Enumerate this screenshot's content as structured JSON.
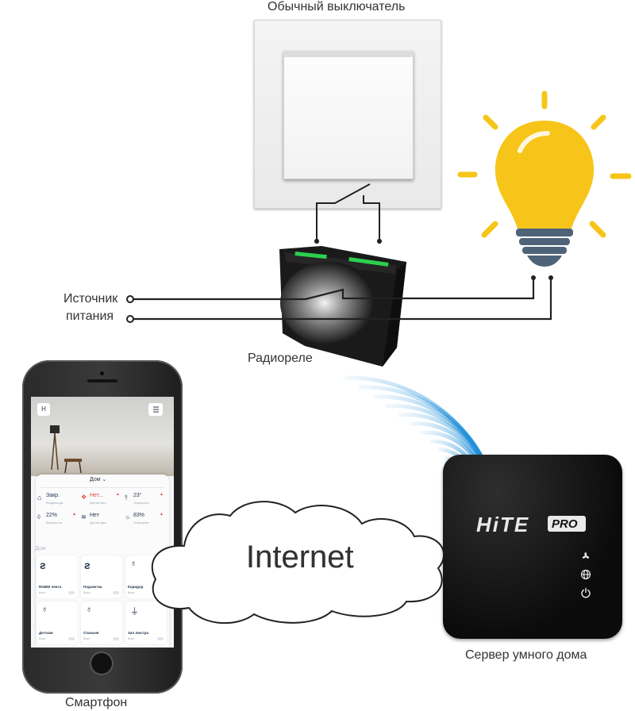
{
  "labels": {
    "switch": "Обычный выключатель",
    "power_line1": "Источник",
    "power_line2": "питания",
    "relay": "Радиореле",
    "internet": "Internet",
    "server": "Сервер умного дома",
    "smartphone": "Смартфон"
  },
  "server": {
    "logo_text": "HiTE",
    "logo_badge": "PRO",
    "indicators": [
      "fan-icon",
      "globe-icon",
      "power-icon"
    ]
  },
  "phone_app": {
    "avatar_letter": "Н",
    "location_dropdown": "Дом",
    "status_tiles": [
      {
        "value": "Закр.",
        "sub": "Входная дв."
      },
      {
        "value": "Нет...",
        "sub": "Датчик про."
      },
      {
        "value": "23°",
        "sub": "Температу."
      },
      {
        "value": "22%",
        "sub": "Влажность"
      },
      {
        "value": "Нет",
        "sub": "Датчик дви."
      },
      {
        "value": "83%",
        "sub": "Освещенн."
      }
    ],
    "section_title": "Дом",
    "devices": [
      {
        "name": "RGBW лента",
        "sub": "Выкл"
      },
      {
        "name": "Подсветка",
        "sub": "Выкл"
      },
      {
        "name": "Коридор",
        "sub": "Выкл"
      },
      {
        "name": "Детская",
        "sub": "Выкл"
      },
      {
        "name": "Спальня",
        "sub": "Выкл"
      },
      {
        "name": "Зал люстра",
        "sub": "Выкл"
      }
    ]
  },
  "colors": {
    "bulb_yellow": "#f7c51a",
    "bulb_base": "#4f6378",
    "wire": "#333333",
    "wave_blue": "#2a9ee0",
    "relay_green": "#2ccf4e",
    "app_accent": "#27384f",
    "app_alert": "#e04a3c"
  }
}
